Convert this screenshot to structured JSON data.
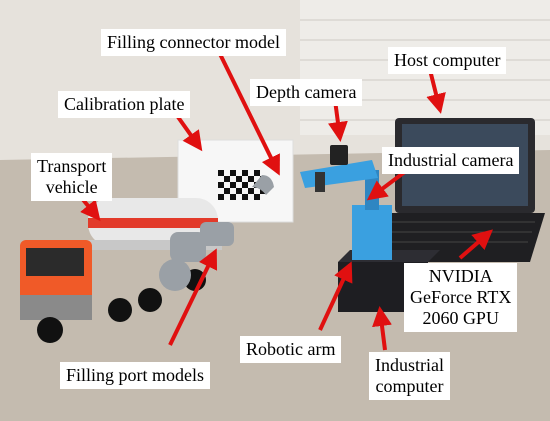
{
  "labels": {
    "filling_connector_model": "Filling connector model",
    "host_computer": "Host computer",
    "calibration_plate": "Calibration plate",
    "depth_camera": "Depth camera",
    "transport_vehicle": [
      "Transport",
      "vehicle"
    ],
    "industrial_camera": "Industrial camera",
    "nvidia_gpu": [
      "NVIDIA",
      "GeForce RTX",
      "2060 GPU"
    ],
    "robotic_arm": "Robotic arm",
    "filling_port_models": "Filling port models",
    "industrial_computer": [
      "Industrial",
      "computer"
    ]
  },
  "colors": {
    "arrow": "#e01010",
    "truck_cab": "#f05a28",
    "tank": "#e8e8e8",
    "arm": "#3aa0e0",
    "table": "#c9c0b4",
    "wall": "#e6e2dc",
    "laptop": "#2a2a2e"
  }
}
